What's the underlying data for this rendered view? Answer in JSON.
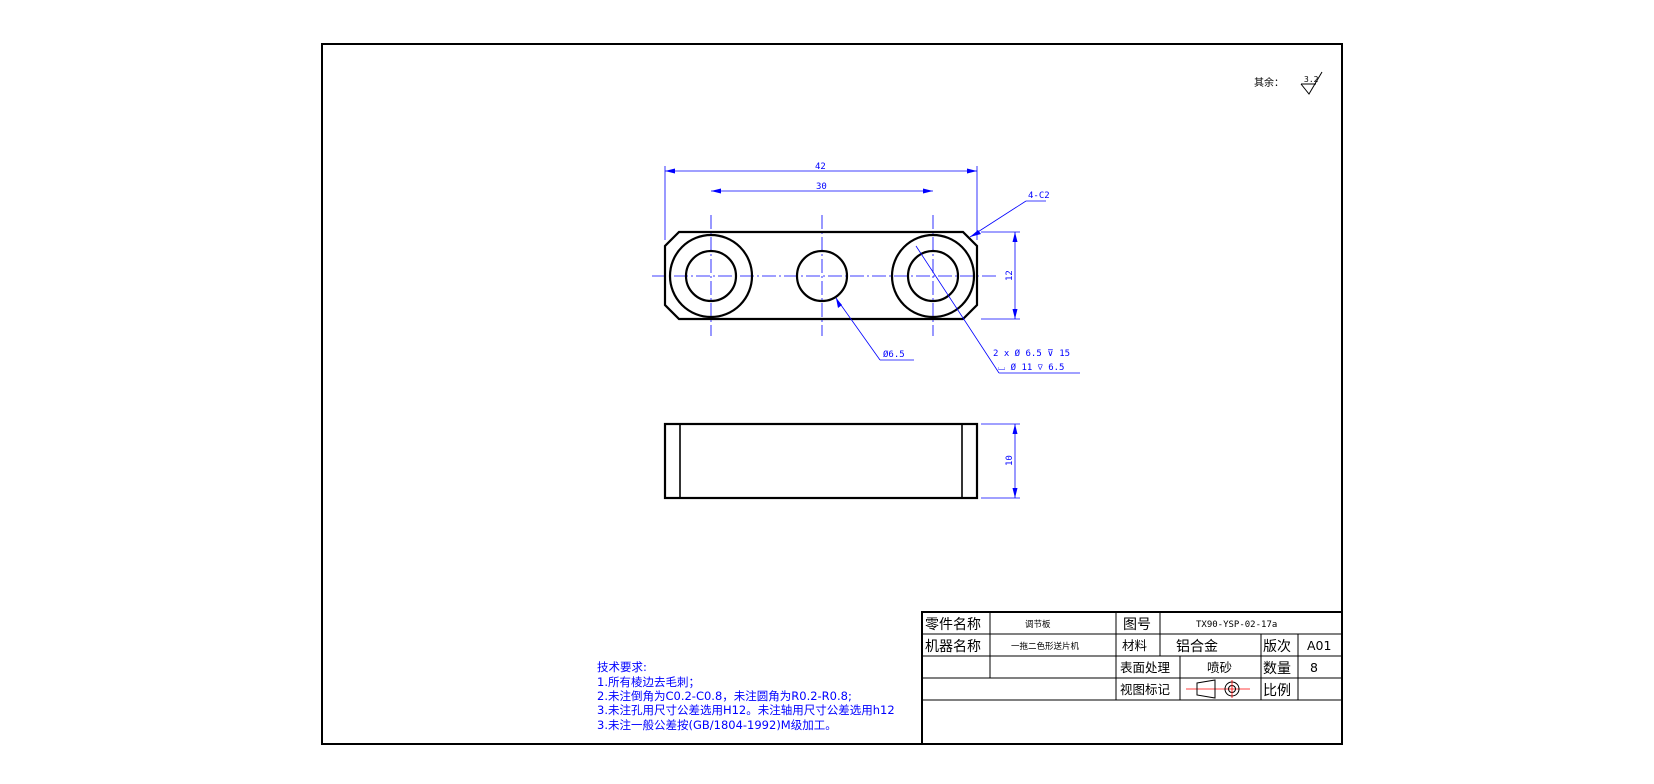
{
  "surface_roughness": {
    "label": "其余：",
    "value": "3.2"
  },
  "dimensions": {
    "overall_length": "42",
    "hole_spacing": "30",
    "chamfer": "4-C2",
    "height_top_view": "12",
    "height_side_view": "10",
    "center_hole": "Ø6.5",
    "counterbore_line1": "2 x  Ø 6.5 ⊽ 15",
    "counterbore_line2": "⌴ Ø 11 ⊽ 6.5"
  },
  "technical_requirements": {
    "title": "技术要求:",
    "items": [
      "1.所有棱边去毛刺；",
      "2.未注倒角为C0.2-C0.8，未注圆角为R0.2-R0.8;",
      "3.未注孔用尺寸公差选用H12。未注轴用尺寸公差选用h12",
      "3.未注一般公差按(GB/1804-1992)M级加工。"
    ]
  },
  "title_block": {
    "part_name_label": "零件名称",
    "part_name_value": "调节板",
    "drawing_no_label": "图号",
    "drawing_no_value": "TX90-YSP-02-17a",
    "machine_name_label": "机器名称",
    "machine_name_value": "一拖二色形送片机",
    "material_label": "材料",
    "material_value": "铝合金",
    "revision_label": "版次",
    "revision_value": "A01",
    "surface_treatment_label": "表面处理",
    "surface_treatment_value": "喷砂",
    "quantity_label": "数量",
    "quantity_value": "8",
    "view_mark_label": "视图标记",
    "scale_label": "比例"
  },
  "colors": {
    "outline": "#000000",
    "dimension": "#0000ff",
    "background": "#ffffff"
  }
}
